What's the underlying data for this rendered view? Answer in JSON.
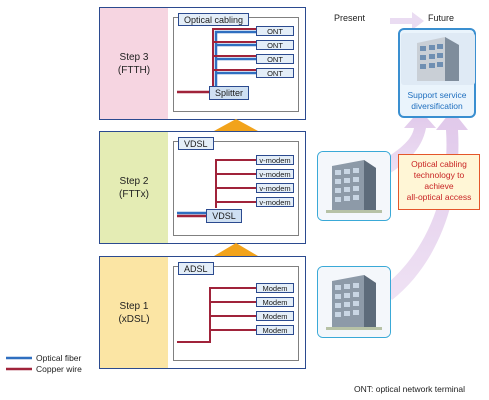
{
  "header": {
    "present": "Present",
    "future": "Future"
  },
  "stages": [
    {
      "label": "Step 3\n(FTTH)",
      "panel_label": "Optical cabling",
      "hub_label": "Splitter",
      "devices": [
        "ONT",
        "ONT",
        "ONT",
        "ONT"
      ],
      "color": "#f6d5e1"
    },
    {
      "label": "Step 2\n(FTTx)",
      "panel_label": "VDSL",
      "hub_label": "VDSL",
      "devices": [
        "v-modem",
        "v-modem",
        "v-modem",
        "v-modem"
      ],
      "color": "#e4ecb4"
    },
    {
      "label": "Step 1\n(xDSL)",
      "panel_label": "ADSL",
      "hub_label": "",
      "devices": [
        "Modem",
        "Modem",
        "Modem",
        "Modem"
      ],
      "color": "#fbe5a4"
    }
  ],
  "future_box": {
    "label": "Support service\ndiversification"
  },
  "callout": {
    "text": "Optical cabling\ntechnology to\nachieve\nall-optical access"
  },
  "legend": {
    "optical": {
      "label": "Optical fiber",
      "color": "#2f6fc0"
    },
    "copper": {
      "label": "Copper wire",
      "color": "#a0233a"
    }
  },
  "footnote": "ONT: optical network terminal",
  "colors": {
    "stage_border": "#2b4a8f",
    "arrow": "#f2a31b",
    "big_arrow": "#e5d3ee"
  },
  "icons": [
    "building-photo",
    "up-arrow",
    "curved-arrow"
  ]
}
